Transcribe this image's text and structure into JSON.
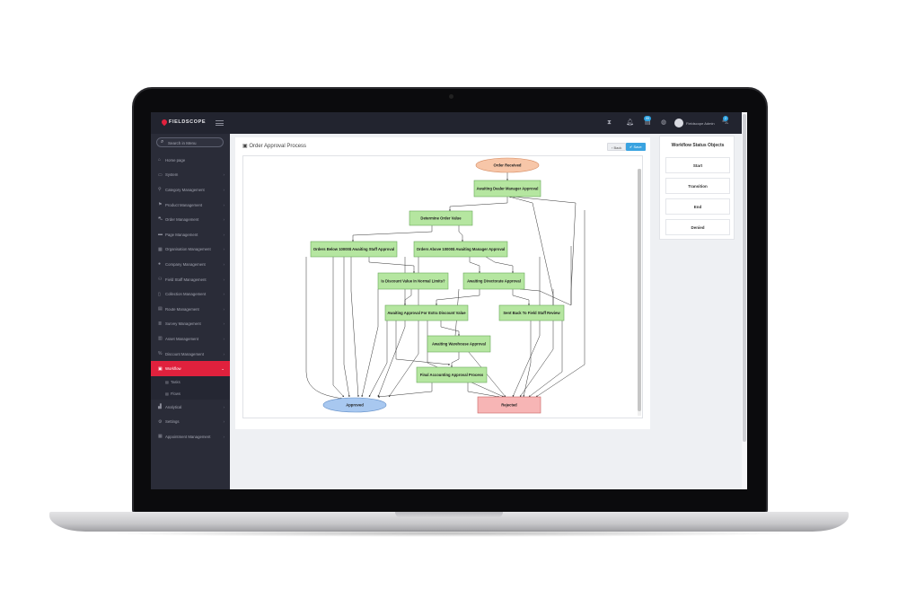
{
  "app": {
    "logo_text": "FIELDSCOPE",
    "brand_color": "#e0213d",
    "topbar_badges": {
      "messages": "99",
      "cart": "2"
    },
    "user_name": "Fieldscope Admin"
  },
  "sidebar": {
    "search_placeholder": "Search in Menu",
    "items": [
      {
        "label": "Home page",
        "icon": "home-icon",
        "has_children": false
      },
      {
        "label": "System",
        "icon": "monitor-icon",
        "has_children": true
      },
      {
        "label": "Category Management",
        "icon": "sitemap-icon",
        "has_children": true
      },
      {
        "label": "Product Management",
        "icon": "tag-icon",
        "has_children": true
      },
      {
        "label": "Order Management",
        "icon": "cart-icon",
        "has_children": true
      },
      {
        "label": "Page Management",
        "icon": "folder-icon",
        "has_children": true
      },
      {
        "label": "Organisation Management",
        "icon": "building-icon",
        "has_children": true
      },
      {
        "label": "Company Management",
        "icon": "user-icon",
        "has_children": true
      },
      {
        "label": "Field Staff Management",
        "icon": "users-icon",
        "has_children": true
      },
      {
        "label": "Collection Management",
        "icon": "file-icon",
        "has_children": true
      },
      {
        "label": "Route Management",
        "icon": "map-icon",
        "has_children": true
      },
      {
        "label": "Survey Management",
        "icon": "list-icon",
        "has_children": true
      },
      {
        "label": "Asset Management",
        "icon": "archive-icon",
        "has_children": true
      },
      {
        "label": "Discount Management",
        "icon": "percent-icon",
        "has_children": true
      },
      {
        "label": "Workflow",
        "icon": "workflow-icon",
        "has_children": true,
        "active": true
      }
    ],
    "workflow_children": [
      "Tasks",
      "Flows"
    ],
    "bottom_items": [
      {
        "label": "Analytical",
        "icon": "chart-icon",
        "has_children": true
      },
      {
        "label": "Settings",
        "icon": "gear-icon",
        "has_children": true
      },
      {
        "label": "Appointment Management",
        "icon": "calendar-icon",
        "has_children": true
      }
    ]
  },
  "main": {
    "title": "Order Approval Process",
    "back_label": "‹ Back",
    "save_label": "✔ Save"
  },
  "diagram": {
    "nodes": [
      {
        "id": "start",
        "label": "Order Received",
        "shape": "ellipse",
        "color": "#f7c6a8"
      },
      {
        "id": "n1",
        "label": "Awaiting Dealer Manager Approval",
        "shape": "box"
      },
      {
        "id": "n2",
        "label": "Determine Order Value",
        "shape": "box"
      },
      {
        "id": "n3",
        "label": "Orders Below 10000$ Awaiting Staff Approval",
        "shape": "box"
      },
      {
        "id": "n4",
        "label": "Orders Above 10000$ Awaiting Manager Approval",
        "shape": "box"
      },
      {
        "id": "n5",
        "label": "Is Discount Value In Normal Limits?",
        "shape": "box"
      },
      {
        "id": "n6",
        "label": "Awaiting Directorate Approval",
        "shape": "box"
      },
      {
        "id": "n7",
        "label": "Awaiting Approval For Extra Discount Value",
        "shape": "box"
      },
      {
        "id": "n8",
        "label": "Sent Back To Field Staff Review",
        "shape": "box"
      },
      {
        "id": "n9",
        "label": "Awaiting Warehouse Approval",
        "shape": "box"
      },
      {
        "id": "n10",
        "label": "Final Accounting Approval Process",
        "shape": "box"
      },
      {
        "id": "end",
        "label": "Approved",
        "shape": "ellipse",
        "color": "#a8c8f0"
      },
      {
        "id": "denied",
        "label": "Rejected",
        "shape": "box",
        "color": "#f7b5b5"
      }
    ],
    "box_color": "#b5e6a0"
  },
  "status_panel": {
    "title": "Workflow Status Objects",
    "items": [
      "Start",
      "Transition",
      "End",
      "Denied"
    ]
  }
}
